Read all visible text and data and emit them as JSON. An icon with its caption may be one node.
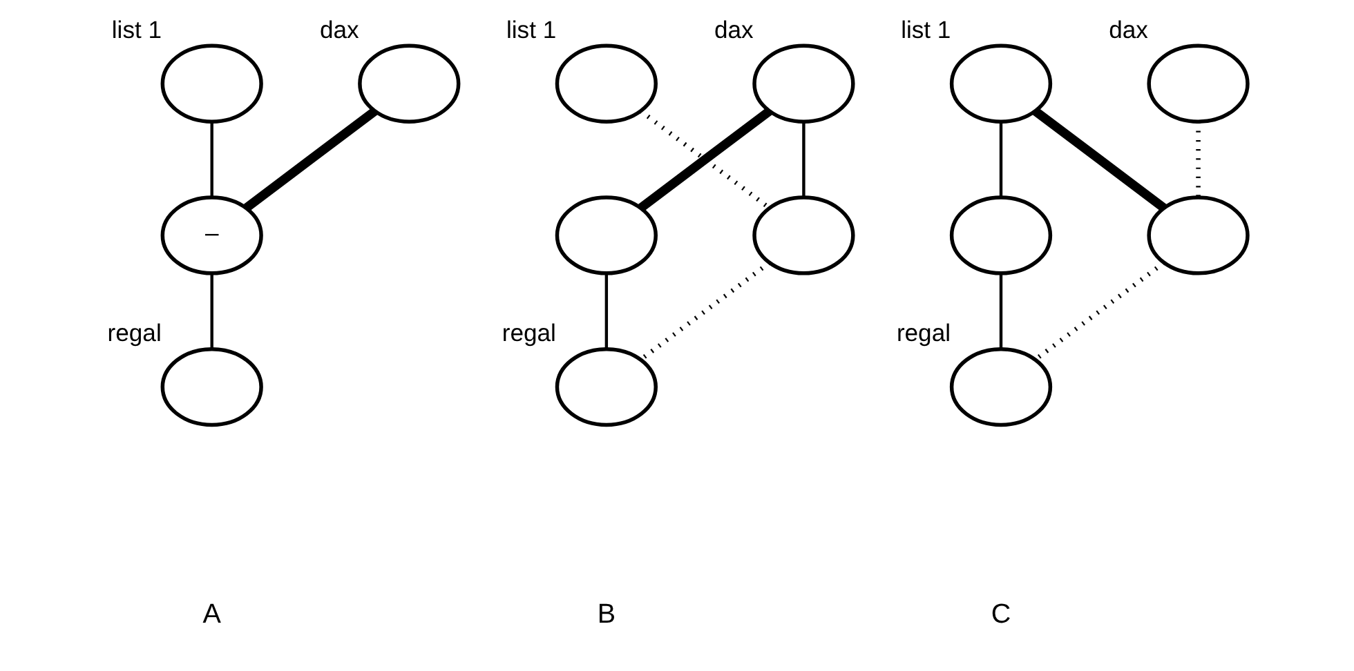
{
  "diagram": {
    "nodes": [
      {
        "text": [],
        "shape": "ellipse",
        "beside": [
          "list 1"
        ]
      },
      {
        "text": [],
        "shape": "ellipse",
        "beside": [
          "dax"
        ]
      },
      {
        "text": [
          "–"
        ]
      },
      {
        "text": [],
        "shape": "ellipse",
        "beside": [
          "regal"
        ]
      },
      {
        "text": [],
        "shape": "ellipse",
        "beside": [
          "list 1"
        ]
      },
      {
        "text": [],
        "shape": "ellipse",
        "beside": [
          "dax"
        ]
      },
      {
        "text": [],
        "shape": "ellipse"
      },
      {
        "text": [],
        "shape": "ellipse"
      },
      {
        "text": [],
        "shape": "ellipse",
        "beside": [
          "regal"
        ]
      },
      {
        "text": [],
        "shape": "ellipse",
        "beside": [
          "list 1"
        ]
      },
      {
        "text": [],
        "shape": "ellipse",
        "beside": [
          "dax"
        ]
      },
      {
        "text": [],
        "shape": "ellipse"
      },
      {
        "text": [],
        "shape": "ellipse"
      },
      {
        "text": [],
        "shape": "ellipse",
        "beside": [
          "regal"
        ]
      }
    ],
    "edges": [
      {
        "from": 0,
        "to": 2,
        "arrow": "none"
      },
      {
        "from": 1,
        "to": 2,
        "arrow": "none",
        "style": "thick"
      },
      {
        "from": 2,
        "to": 3,
        "arrow": "none"
      },
      {
        "from": 4,
        "to": 7,
        "arrow": "none",
        "style": "dashed"
      },
      {
        "from": 5,
        "to": 6,
        "arrow": "none",
        "style": "thick"
      },
      {
        "from": 5,
        "to": 7,
        "arrow": "none"
      },
      {
        "from": 6,
        "to": 8,
        "arrow": "none"
      },
      {
        "from": 7,
        "to": 8,
        "arrow": "none",
        "style": "dashed"
      },
      {
        "from": 9,
        "to": 11,
        "arrow": "none"
      },
      {
        "from": 9,
        "to": 12,
        "arrow": "none",
        "style": "thick"
      },
      {
        "from": 10,
        "to": 12,
        "arrow": "none",
        "style": "dashed"
      },
      {
        "from": 11,
        "to": 13,
        "arrow": "none"
      },
      {
        "from": 12,
        "to": 13,
        "arrow": "none",
        "style": "dashed"
      }
    ],
    "labels": [
      "A",
      "B",
      "C"
    ]
  }
}
